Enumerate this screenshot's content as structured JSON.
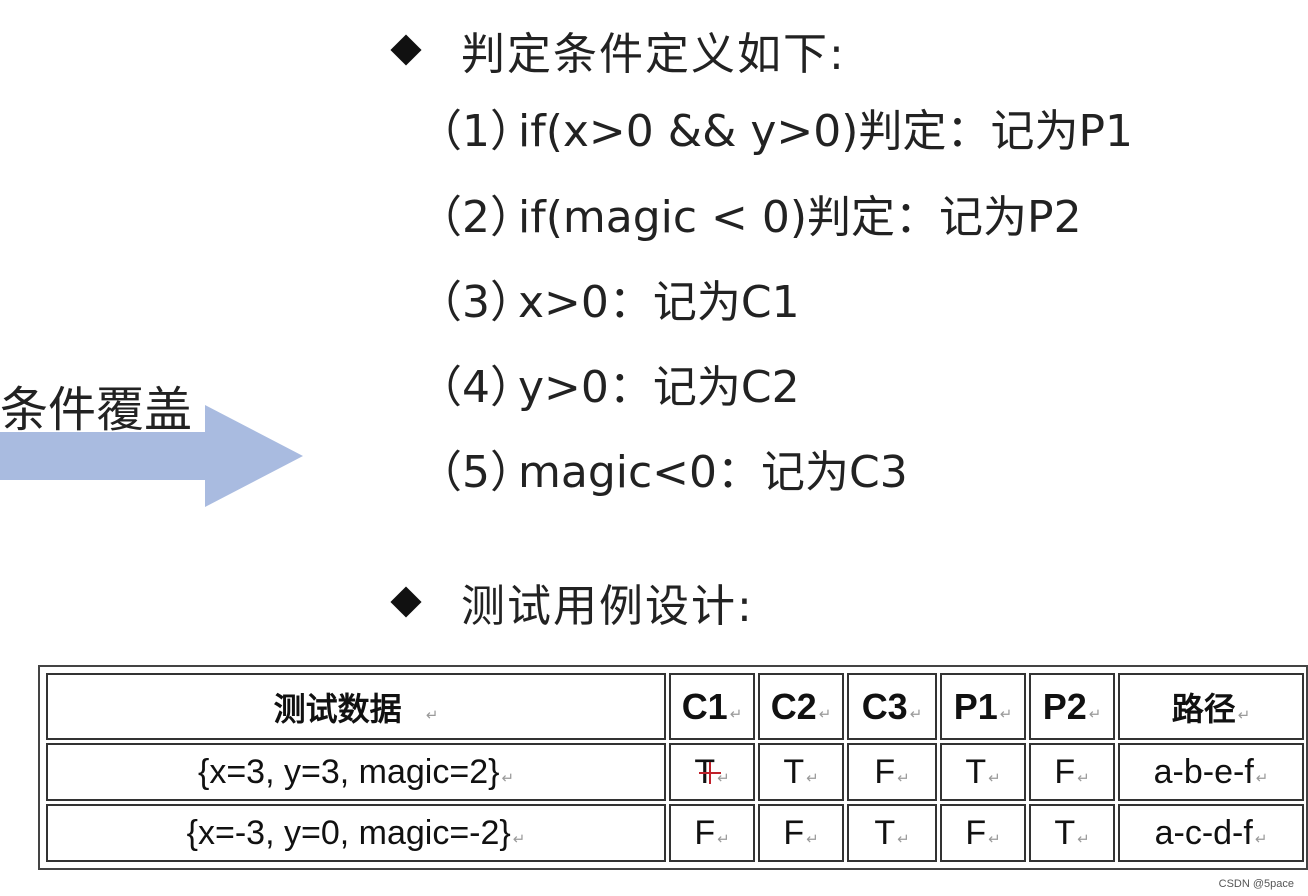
{
  "side_label": "条件覆盖",
  "section1": {
    "heading": "判定条件定义如下:",
    "items": [
      {
        "num": "（1）",
        "text": "if(x>0 && y>0)判定：记为P1"
      },
      {
        "num": "（2）",
        "text": "if(magic < 0)判定：记为P2"
      },
      {
        "num": "（3）",
        "text": "x>0：记为C1"
      },
      {
        "num": "（4）",
        "text": "y>0：记为C2"
      },
      {
        "num": "（5）",
        "text": "magic<0：记为C3"
      }
    ]
  },
  "section2": {
    "heading": "测试用例设计:"
  },
  "table": {
    "headers": [
      "测试数据",
      "C1",
      "C2",
      "C3",
      "P1",
      "P2",
      "路径"
    ],
    "rows": [
      [
        "{x=3, y=3, magic=2}",
        "T",
        "T",
        "F",
        "T",
        "F",
        "a-b-e-f"
      ],
      [
        "{x=-3, y=0, magic=-2}",
        "F",
        "F",
        "T",
        "F",
        "T",
        "a-c-d-f"
      ]
    ],
    "paragraph_mark": "↵"
  },
  "colors": {
    "arrow": "#a9bbe0",
    "diamond": "#111111",
    "cursor": "#c0202a"
  },
  "watermark": "CSDN @5pace"
}
